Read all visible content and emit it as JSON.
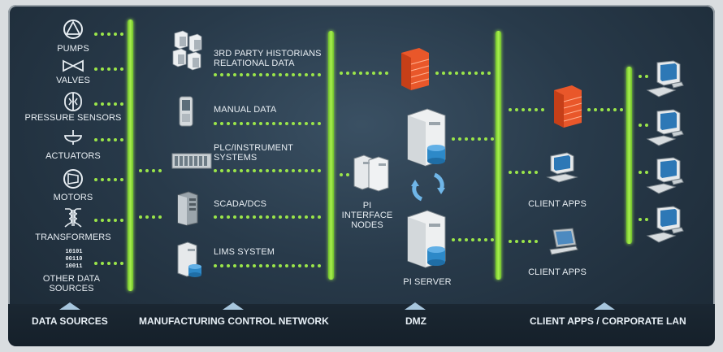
{
  "sources": [
    {
      "key": "pumps",
      "label": "PUMPS",
      "icon": "pump-icon"
    },
    {
      "key": "valves",
      "label": "VALVES",
      "icon": "valve-icon"
    },
    {
      "key": "pressure",
      "label": "PRESSURE SENSORS",
      "icon": "pressure-sensor-icon"
    },
    {
      "key": "actuators",
      "label": "ACTUATORS",
      "icon": "actuator-icon"
    },
    {
      "key": "motors",
      "label": "MOTORS",
      "icon": "motor-icon"
    },
    {
      "key": "transformers",
      "label": "TRANSFORMERS",
      "icon": "transformer-icon"
    },
    {
      "key": "other",
      "label": "OTHER DATA SOURCES",
      "binary": [
        "10101",
        "00110",
        "10011"
      ],
      "icon": "binary-data-icon"
    }
  ],
  "manufacturing": [
    {
      "key": "historians",
      "label": "3RD PARTY HISTORIANS RELATIONAL DATA",
      "icon": "historian-servers-icon"
    },
    {
      "key": "manual",
      "label": "MANUAL DATA",
      "icon": "handheld-device-icon"
    },
    {
      "key": "plc",
      "label": "PLC/INSTRUMENT SYSTEMS",
      "icon": "plc-rack-icon"
    },
    {
      "key": "scada",
      "label": "SCADA/DCS",
      "icon": "scada-server-icon"
    },
    {
      "key": "lims",
      "label": "LIMS SYSTEM",
      "icon": "lims-server-icon"
    }
  ],
  "pi_interface": {
    "label": "PI INTERFACE NODES",
    "icon": "interface-nodes-icon"
  },
  "pi_server": {
    "label": "PI SERVER",
    "icon": "pi-server-icon",
    "sync_icon": "sync-arrows-icon"
  },
  "firewalls": {
    "icon": "firewall-icon"
  },
  "client_apps": [
    {
      "label": "CLIENT APPS",
      "icon": "desktop-computer-icon"
    },
    {
      "label": "CLIENT APPS",
      "icon": "laptop-icon"
    }
  ],
  "corporate_clients": {
    "count": 4,
    "icon": "workstation-icon"
  },
  "footer": {
    "data_sources": "DATA SOURCES",
    "manufacturing": "MANUFACTURING CONTROL NETWORK",
    "dmz": "DMZ",
    "corporate": "CLIENT APPS / CORPORATE LAN"
  },
  "colors": {
    "bus": "#a8f04f",
    "background": "#283a4a",
    "caret": "#a7c6de",
    "firewall": "#e9572a"
  }
}
